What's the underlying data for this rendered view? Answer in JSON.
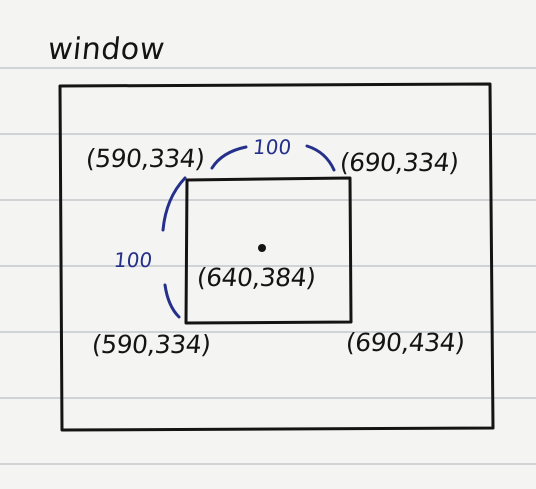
{
  "title": "window",
  "labels": {
    "top_left": "(590,334)",
    "top_right": "(690,334)",
    "center": "(640,384)",
    "bottom_left": "(590,334)",
    "bottom_right": "(690,434)",
    "width_dim": "100",
    "height_dim": "100"
  },
  "colors": {
    "ink": "#141414",
    "dimension_ink": "#25308a",
    "paper": "#f4f4f2",
    "ruled_line": "#cfd3d6"
  }
}
